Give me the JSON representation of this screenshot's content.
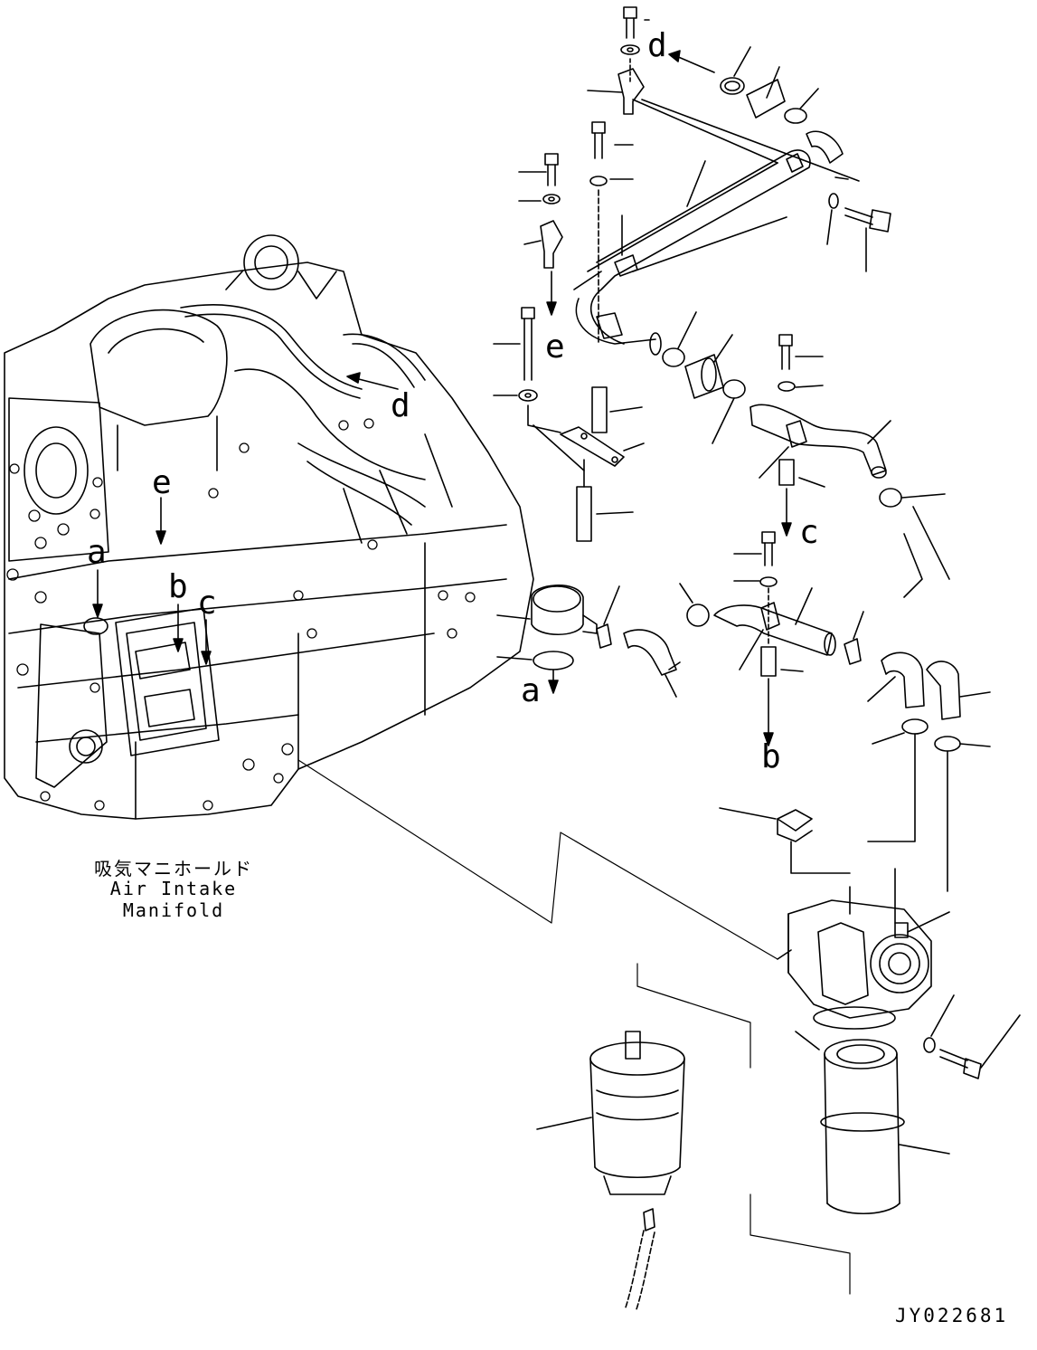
{
  "labels": {
    "caption_ja": "吸気マニホールド",
    "caption_en": "Air Intake Manifold",
    "drawing_code": "JY022681"
  },
  "refs": [
    "a",
    "b",
    "c",
    "d",
    "e"
  ]
}
